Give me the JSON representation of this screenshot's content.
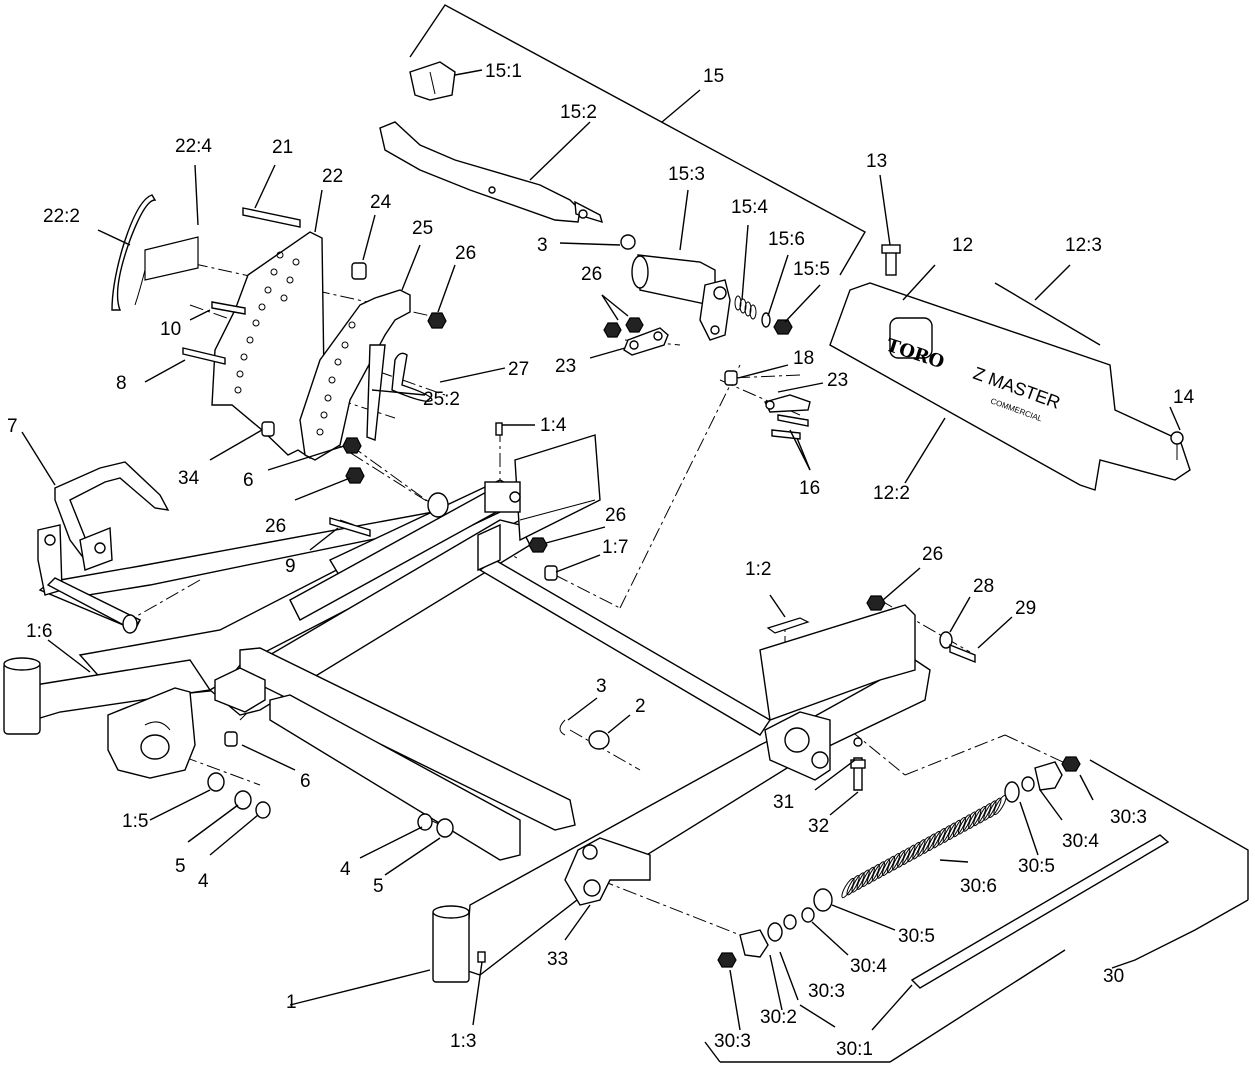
{
  "brand": {
    "logo_text": "TORO",
    "model_text": "Z MASTER",
    "model_sub": "COMMERCIAL"
  },
  "labels": {
    "l_15_1": "15:1",
    "l_15": "15",
    "l_15_2": "15:2",
    "l_15_3": "15:3",
    "l_15_4": "15:4",
    "l_15_6": "15:6",
    "l_15_5": "15:5",
    "l_13": "13",
    "l_12": "12",
    "l_12_3": "12:3",
    "l_22_4": "22:4",
    "l_21": "21",
    "l_22": "22",
    "l_24": "24",
    "l_25": "25",
    "l_26_a": "26",
    "l_22_2": "22:2",
    "l_3_a": "3",
    "l_26_b": "26",
    "l_10": "10",
    "l_23_a": "23",
    "l_18": "18",
    "l_27": "27",
    "l_23_b": "23",
    "l_8": "8",
    "l_14": "14",
    "l_25_2": "25:2",
    "l_1_4": "1:4",
    "l_7": "7",
    "l_34": "34",
    "l_16": "16",
    "l_12_2": "12:2",
    "l_6_a": "6",
    "l_26_c": "26",
    "l_26_d": "26",
    "l_9": "9",
    "l_1_7": "1:7",
    "l_26_e": "26",
    "l_1_2": "1:2",
    "l_28": "28",
    "l_29": "29",
    "l_1_6": "1:6",
    "l_3_b": "3",
    "l_2": "2",
    "l_6_b": "6",
    "l_31": "31",
    "l_30_3_a": "30:3",
    "l_32": "32",
    "l_30_4_a": "30:4",
    "l_1_5": "1:5",
    "l_5_a": "5",
    "l_4_a": "4",
    "l_4_b": "4",
    "l_5_b": "5",
    "l_30_5_a": "30:5",
    "l_30_6": "30:6",
    "l_30_5_b": "30:5",
    "l_30_4_b": "30:4",
    "l_33": "33",
    "l_30": "30",
    "l_1": "1",
    "l_30_3_b": "30:3",
    "l_30_2": "30:2",
    "l_1_3": "1:3",
    "l_30_3_c": "30:3",
    "l_30_1": "30:1"
  }
}
